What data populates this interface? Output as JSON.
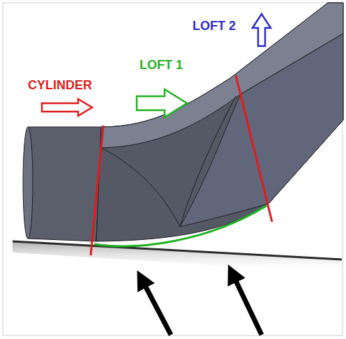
{
  "diagram": {
    "labels": [
      "CYLINDER",
      "LOFT 1",
      "LOFT 2"
    ]
  }
}
